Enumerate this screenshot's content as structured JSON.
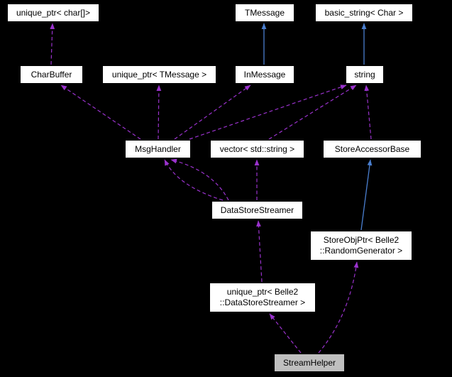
{
  "diagram": {
    "type": "collaboration-graph",
    "highlighted_node": "StreamHelper",
    "nodes": [
      {
        "id": "unique_ptr_char_array",
        "label": "unique_ptr< char[]>"
      },
      {
        "id": "tmessage",
        "label": "TMessage"
      },
      {
        "id": "basic_string_char",
        "label": "basic_string< Char >"
      },
      {
        "id": "charbuffer",
        "label": "CharBuffer"
      },
      {
        "id": "unique_ptr_tmessage",
        "label": "unique_ptr< TMessage >"
      },
      {
        "id": "inmessage",
        "label": "InMessage"
      },
      {
        "id": "string",
        "label": "string"
      },
      {
        "id": "msghandler",
        "label": "MsgHandler"
      },
      {
        "id": "vector_std_string",
        "label": "vector< std::string >"
      },
      {
        "id": "storeaccessorbase",
        "label": "StoreAccessorBase"
      },
      {
        "id": "datastorestreamer",
        "label": "DataStoreStreamer"
      },
      {
        "id": "storeobjptr_randomgenerator",
        "label": "StoreObjPtr< Belle2\n::RandomGenerator >"
      },
      {
        "id": "unique_ptr_datastorestreamer",
        "label": "unique_ptr< Belle2\n::DataStoreStreamer >"
      },
      {
        "id": "streamhelper",
        "label": "StreamHelper"
      }
    ],
    "edges": [
      {
        "from": "CharBuffer",
        "to": "unique_ptr< char[]>",
        "type": "dependency"
      },
      {
        "from": "InMessage",
        "to": "TMessage",
        "type": "inheritance"
      },
      {
        "from": "string",
        "to": "basic_string< Char >",
        "type": "inheritance"
      },
      {
        "from": "MsgHandler",
        "to": "CharBuffer",
        "type": "dependency"
      },
      {
        "from": "MsgHandler",
        "to": "unique_ptr< TMessage >",
        "type": "dependency"
      },
      {
        "from": "MsgHandler",
        "to": "InMessage",
        "type": "dependency"
      },
      {
        "from": "MsgHandler",
        "to": "string",
        "type": "dependency"
      },
      {
        "from": "vector< std::string >",
        "to": "string",
        "type": "dependency"
      },
      {
        "from": "StoreAccessorBase",
        "to": "string",
        "type": "dependency"
      },
      {
        "from": "DataStoreStreamer",
        "to": "MsgHandler",
        "type": "dependency"
      },
      {
        "from": "DataStoreStreamer",
        "to": "MsgHandler",
        "type": "dependency"
      },
      {
        "from": "DataStoreStreamer",
        "to": "vector< std::string >",
        "type": "dependency"
      },
      {
        "from": "StoreObjPtr< Belle2 ::RandomGenerator >",
        "to": "StoreAccessorBase",
        "type": "inheritance"
      },
      {
        "from": "unique_ptr< Belle2 ::DataStoreStreamer >",
        "to": "DataStoreStreamer",
        "type": "dependency"
      },
      {
        "from": "StreamHelper",
        "to": "unique_ptr< Belle2 ::DataStoreStreamer >",
        "type": "dependency"
      },
      {
        "from": "StreamHelper",
        "to": "StoreObjPtr< Belle2 ::RandomGenerator >",
        "type": "dependency"
      }
    ]
  },
  "colors": {
    "background": "#000000",
    "node_fill": "#ffffff",
    "node_border": "#000000",
    "highlight_fill": "#bfbfbf",
    "text_color": "#000000",
    "dependency_color": "#9a32cd",
    "inheritance_color": "#4a7fd0"
  }
}
